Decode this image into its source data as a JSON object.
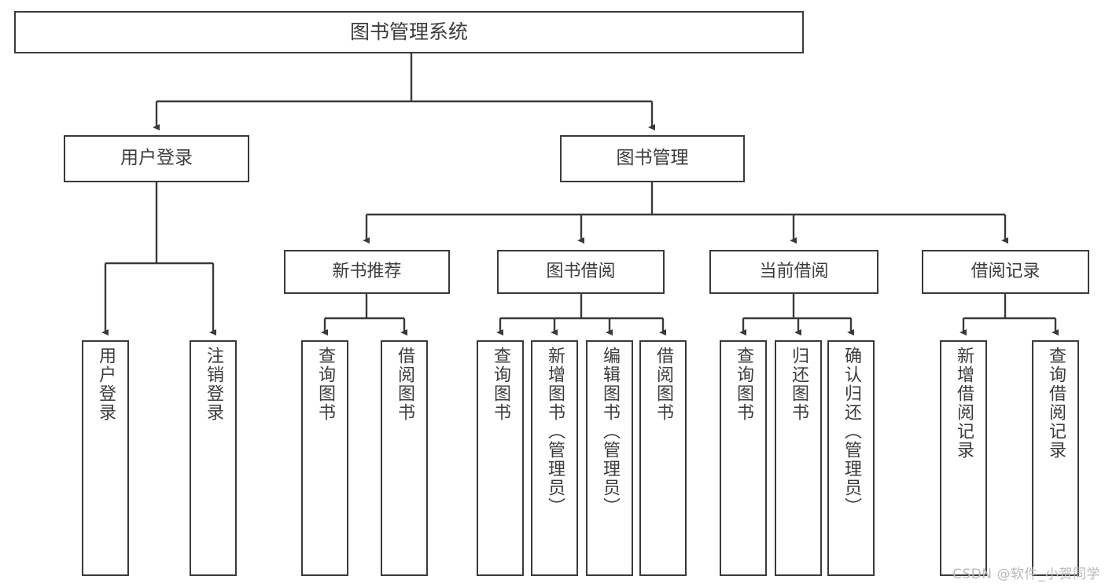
{
  "diagram": {
    "title": "图书管理系统",
    "watermark": "CSDN @软件_小贺同学",
    "colors": {
      "stroke": "#3a3a3a",
      "text": "#3c3c3c",
      "background": "#ffffff",
      "watermark": "#b9b9b9"
    },
    "root": {
      "label": "图书管理系统"
    },
    "level1": [
      {
        "label": "用户登录"
      },
      {
        "label": "图书管理"
      }
    ],
    "level2": [
      {
        "label": "新书推荐"
      },
      {
        "label": "图书借阅"
      },
      {
        "label": "当前借阅"
      },
      {
        "label": "借阅记录"
      }
    ],
    "leaves": {
      "user_login": [
        {
          "label": "用户登录"
        },
        {
          "label": "注销登录"
        }
      ],
      "new_book_recommend": [
        {
          "label": "查询图书"
        },
        {
          "label": "借阅图书"
        }
      ],
      "book_borrow": [
        {
          "label": "查询图书"
        },
        {
          "label": "新增图书（管理员）"
        },
        {
          "label": "编辑图书（管理员）"
        },
        {
          "label": "借阅图书"
        }
      ],
      "current_borrow": [
        {
          "label": "查询图书"
        },
        {
          "label": "归还图书"
        },
        {
          "label": "确认归还（管理员）"
        }
      ],
      "borrow_record": [
        {
          "label": "新增借阅记录"
        },
        {
          "label": "查询借阅记录"
        }
      ]
    }
  }
}
